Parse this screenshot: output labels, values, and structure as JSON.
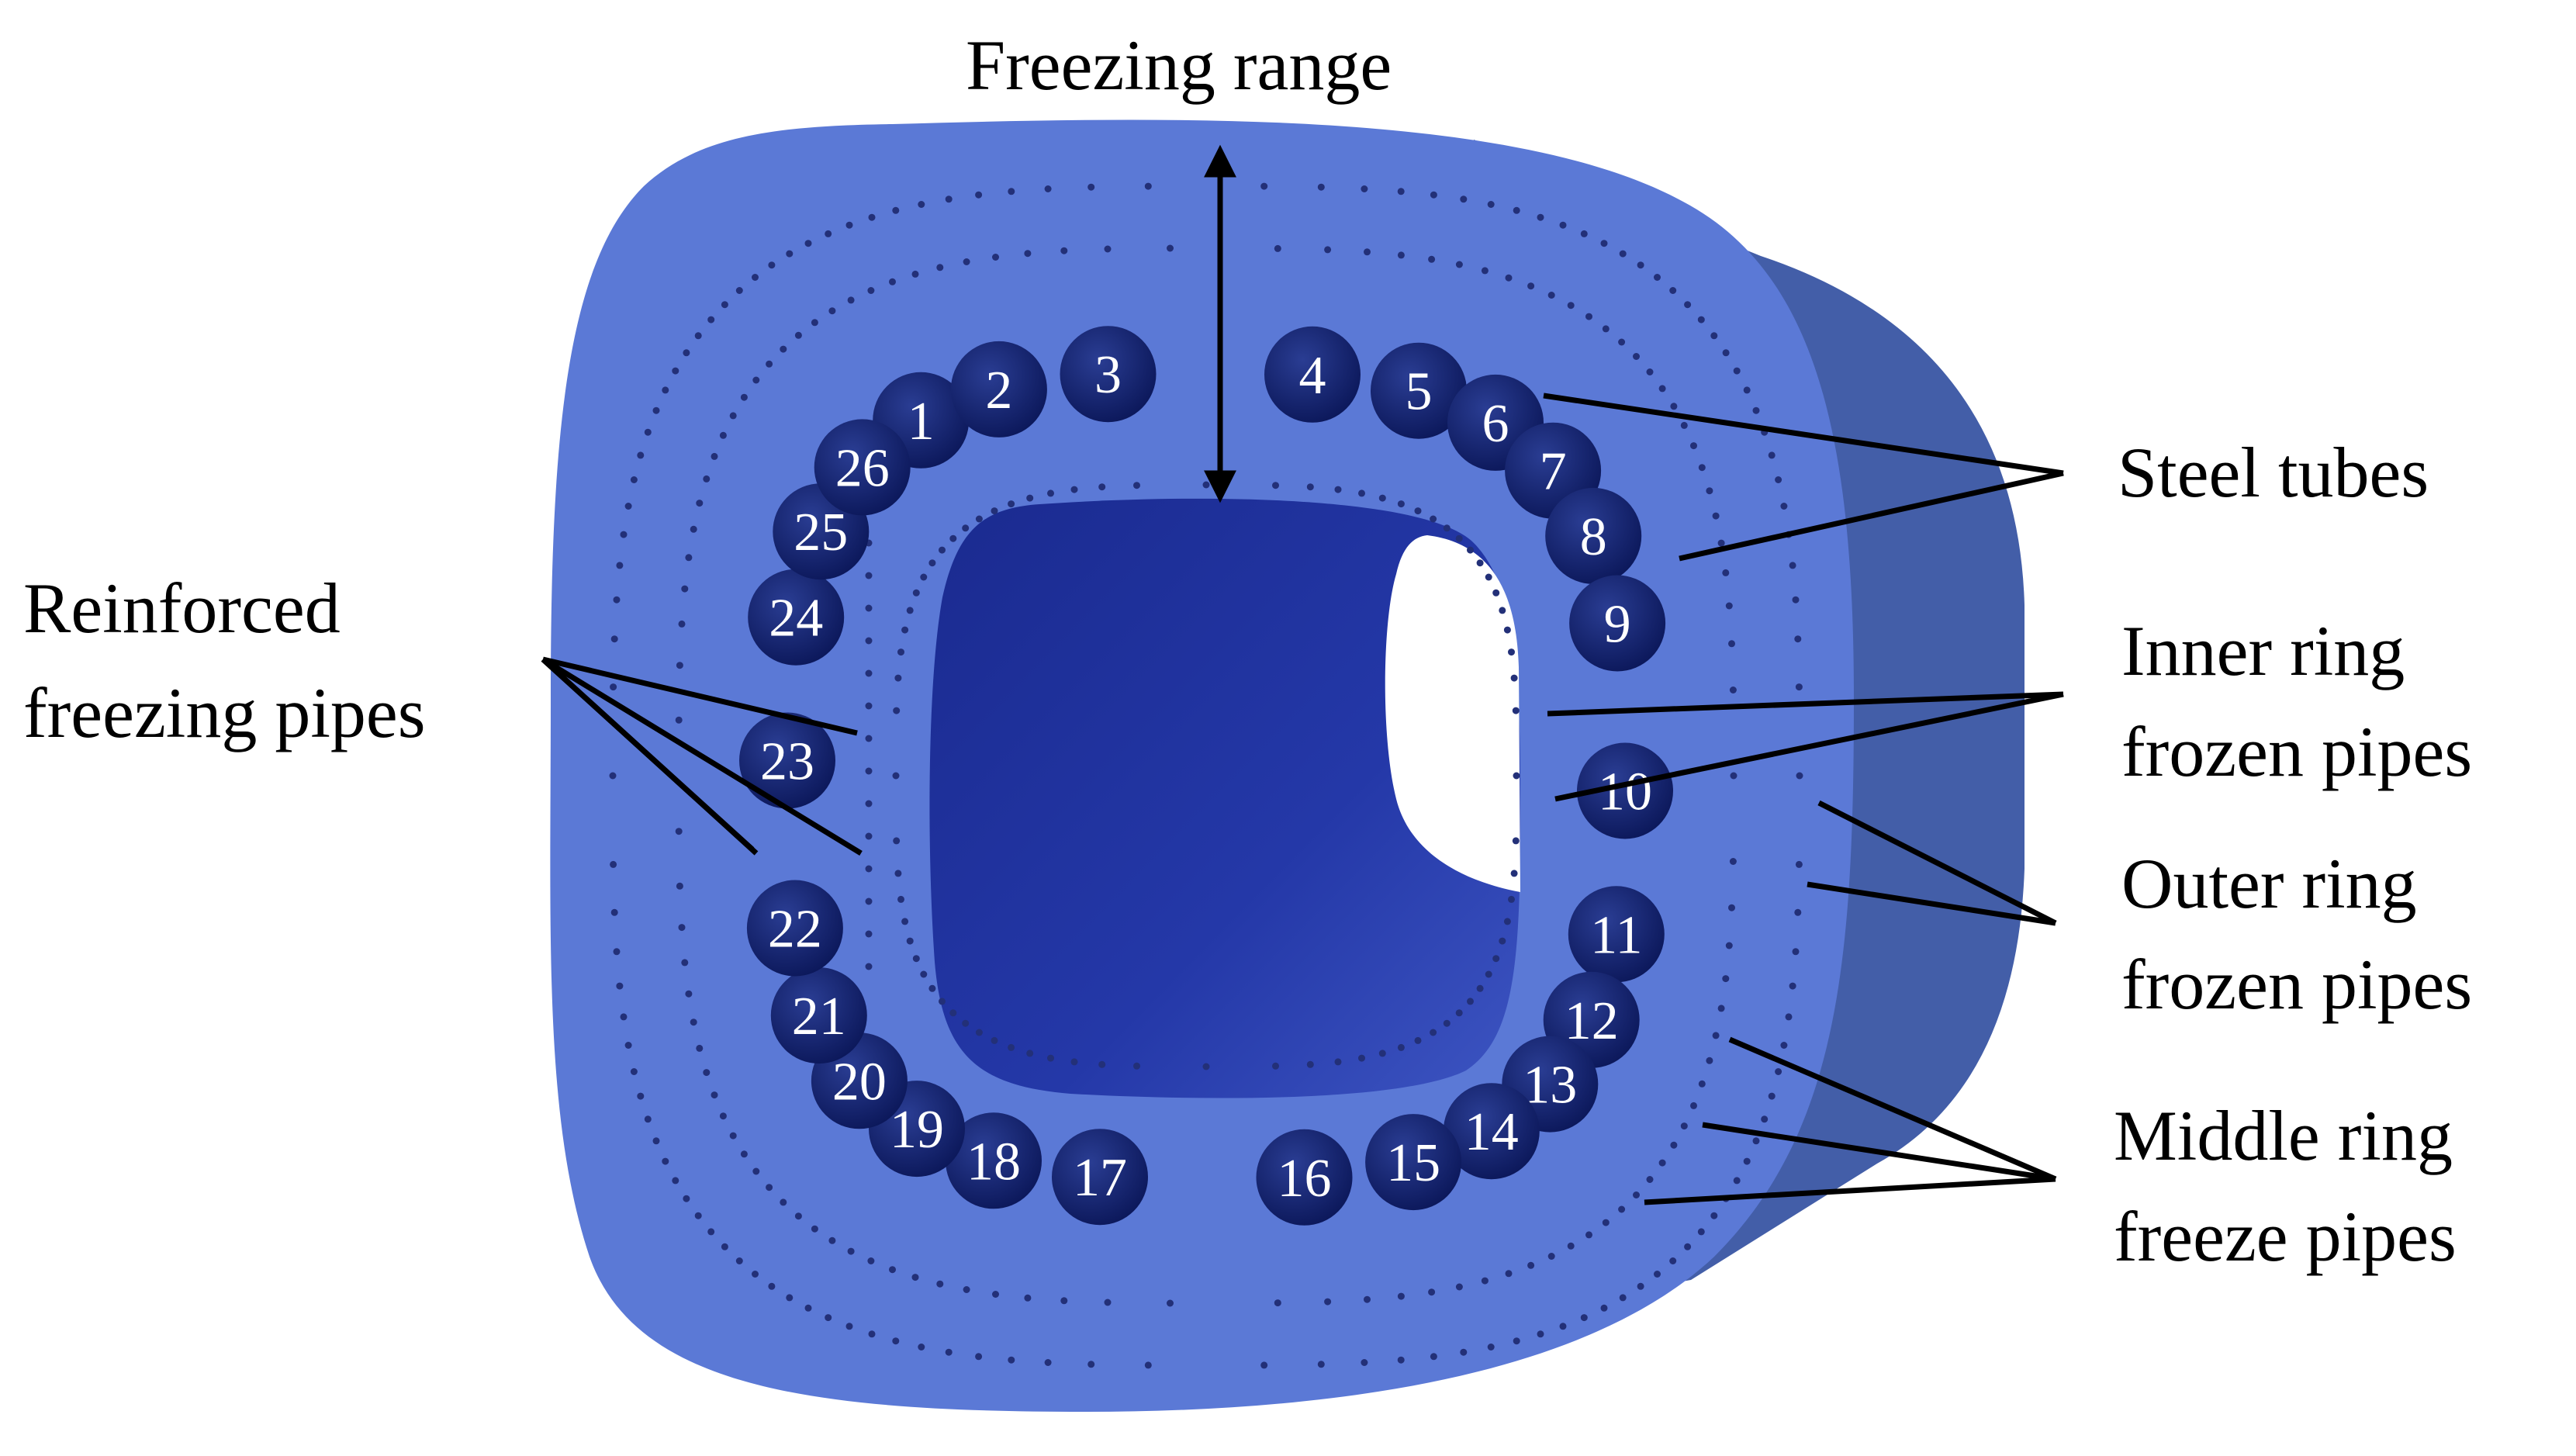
{
  "labels": {
    "freezing_range": "Freezing range",
    "steel_tubes": "Steel tubes",
    "reinforced_1": "Reinforced",
    "reinforced_2": "freezing pipes",
    "inner_1": "Inner ring",
    "inner_2": "frozen pipes",
    "outer_1": "Outer ring",
    "outer_2": "frozen pipes",
    "middle_1": "Middle ring",
    "middle_2": "freeze pipes"
  },
  "steel_tubes": [
    "1",
    "2",
    "3",
    "4",
    "5",
    "6",
    "7",
    "8",
    "9",
    "10",
    "11",
    "12",
    "13",
    "14",
    "15",
    "16",
    "17",
    "18",
    "19",
    "20",
    "21",
    "22",
    "23",
    "24",
    "25",
    "26"
  ],
  "colors": {
    "body": "#5b79d6",
    "side": "#435ea8",
    "tunnel": "#1d2f9a",
    "tube": "#0e1e6b",
    "dot": "#233078"
  }
}
